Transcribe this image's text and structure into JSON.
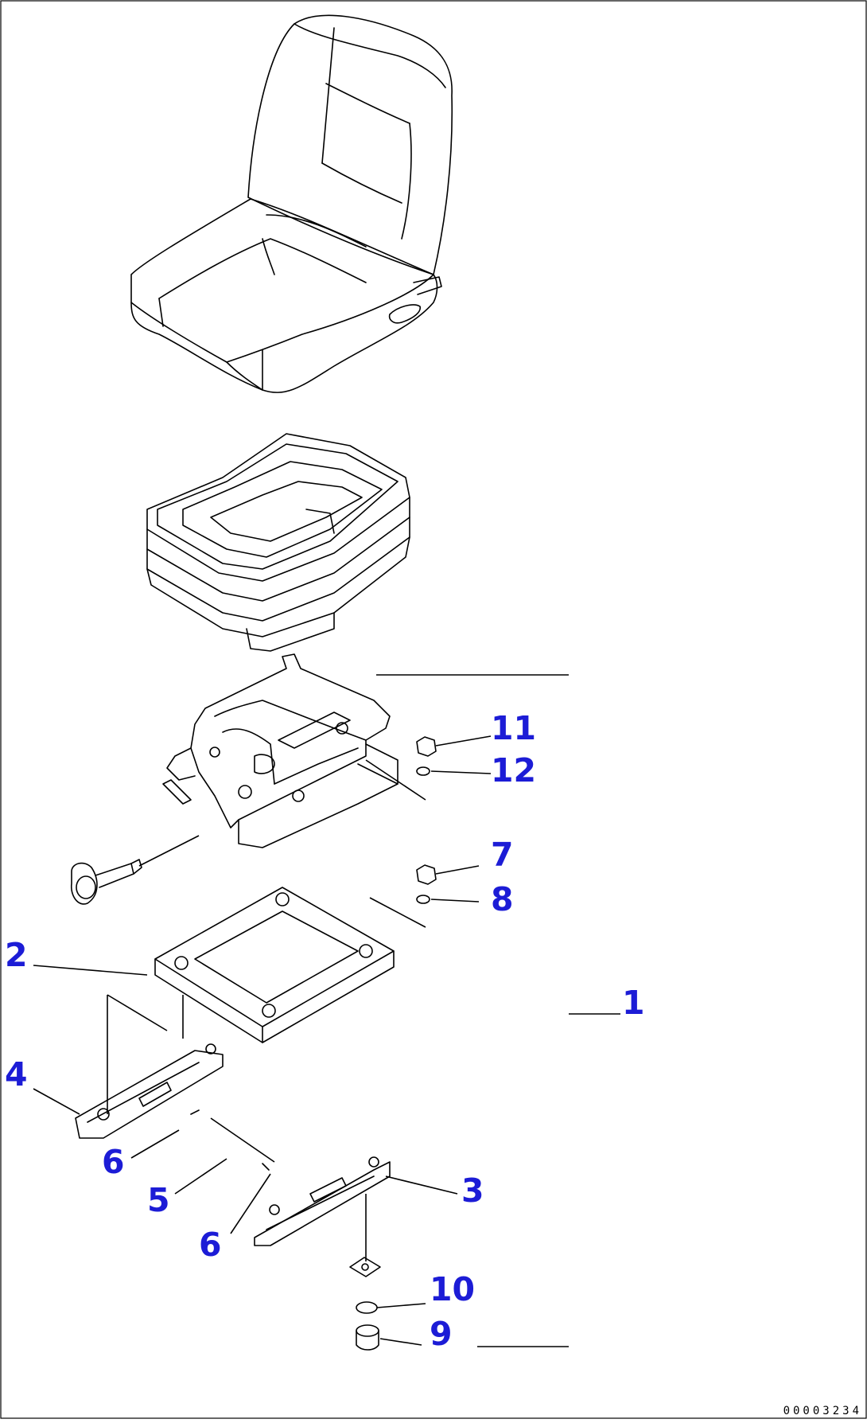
{
  "diagram": {
    "part_numbers": [
      "1",
      "2",
      "3",
      "4",
      "5",
      "6",
      "6",
      "7",
      "8",
      "9",
      "10",
      "11",
      "12"
    ],
    "doc_code": "00003234"
  },
  "colors": {
    "callout": "#1c1cd6",
    "line": "#000000",
    "background": "#ffffff"
  }
}
